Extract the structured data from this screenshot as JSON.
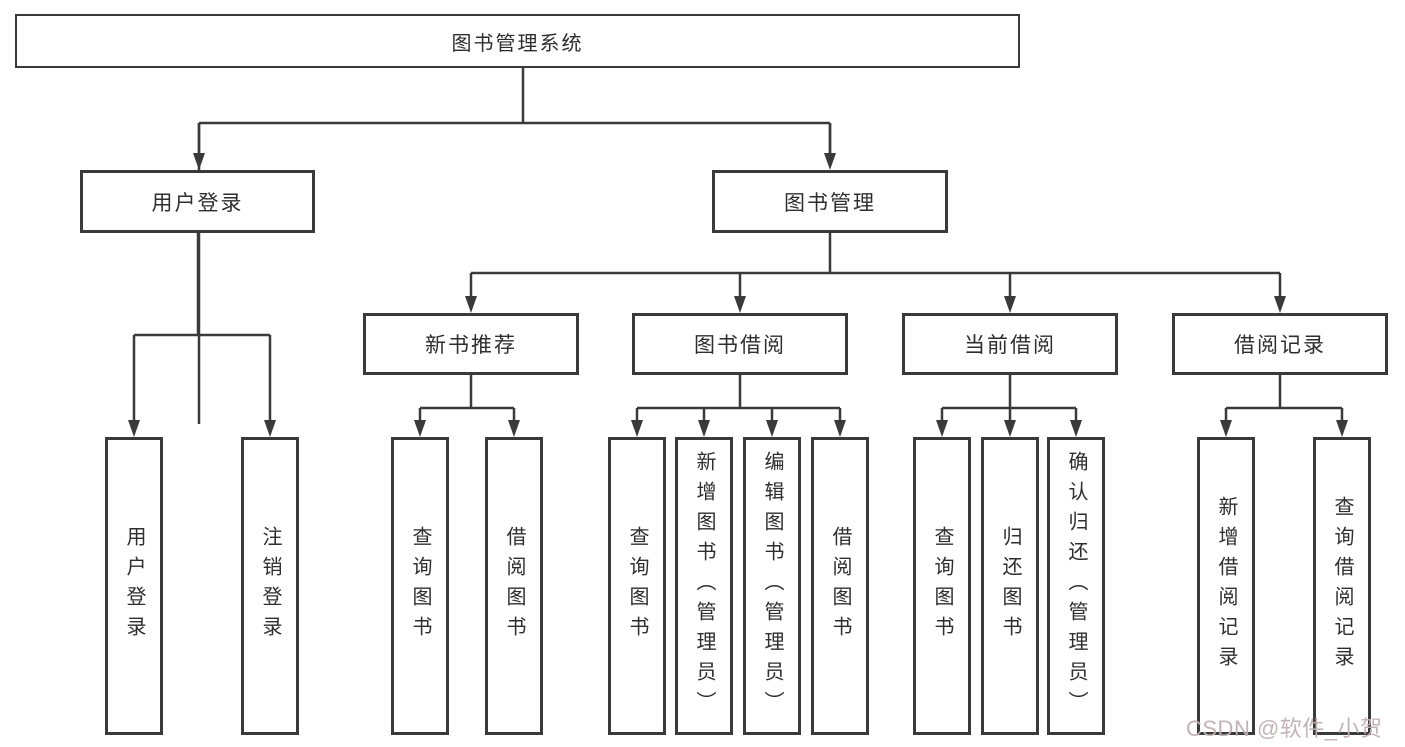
{
  "nodes": {
    "root": "图书管理系统",
    "user_login": "用户登录",
    "book_mgmt": "图书管理",
    "new_book_rec": "新书推荐",
    "book_borrow": "图书借阅",
    "current_borrow": "当前借阅",
    "borrow_record": "借阅记录",
    "ul_login": "用户登录",
    "ul_logout": "注销登录",
    "nb_query": "查询图书",
    "nb_borrow": "借阅图书",
    "bb_query": "查询图书",
    "bb_add": "新增图书（管理员）",
    "bb_edit": "编辑图书（管理员）",
    "bb_borrow": "借阅图书",
    "cb_query": "查询图书",
    "cb_return": "归还图书",
    "cb_confirm": "确认归还（管理员）",
    "br_add": "新增借阅记录",
    "br_query": "查询借阅记录"
  },
  "colors": {
    "line": "#3a3a3a",
    "text": "#2e2e2e",
    "watermark": "#bfb0b0"
  },
  "watermark": "CSDN @软件_小贺同学"
}
